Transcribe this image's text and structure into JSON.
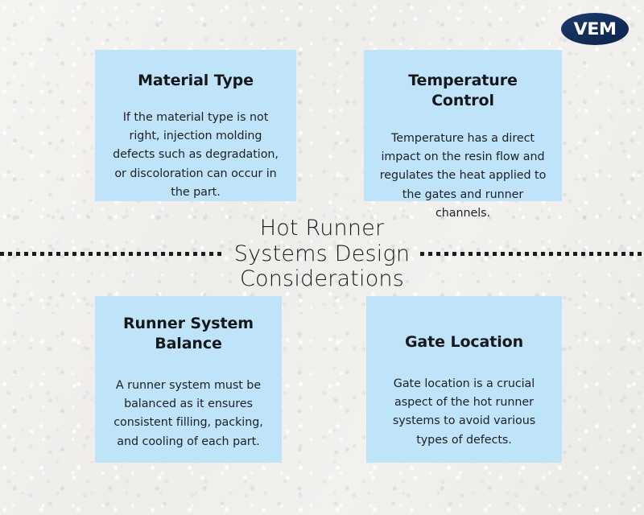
{
  "page": {
    "background_color": "#f2f0ed",
    "card_color": "#bfe3f8",
    "heading_color": "#16181c",
    "body_color": "#1d2024",
    "accent_navy": "#122b56"
  },
  "brand": {
    "logo_text": "VEM",
    "logo_shape": "ellipse"
  },
  "center": {
    "title_lines": [
      "Hot Runner",
      "Systems Design",
      "Considerations"
    ],
    "title_full": "Hot Runner Systems Design Considerations"
  },
  "cards": [
    {
      "id": "material-type",
      "heading": "Material Type",
      "body": "If the material type is not right, injection molding defects such as degradation, or discoloration can occur in the part."
    },
    {
      "id": "temperature-control",
      "heading": "Temperature Control",
      "body": "Temperature has a direct impact on the resin flow and regulates the heat applied to the gates and runner channels."
    },
    {
      "id": "runner-system-balance",
      "heading": "Runner System Balance",
      "body": "A runner system must be balanced as it ensures consistent filling, packing, and cooling of each part."
    },
    {
      "id": "gate-location",
      "heading": "Gate Location",
      "body": "Gate location is a crucial aspect of the hot runner systems to avoid various types of defects."
    }
  ],
  "divider": {
    "style": "dashed",
    "name": "horizontal-dashed-divider"
  }
}
